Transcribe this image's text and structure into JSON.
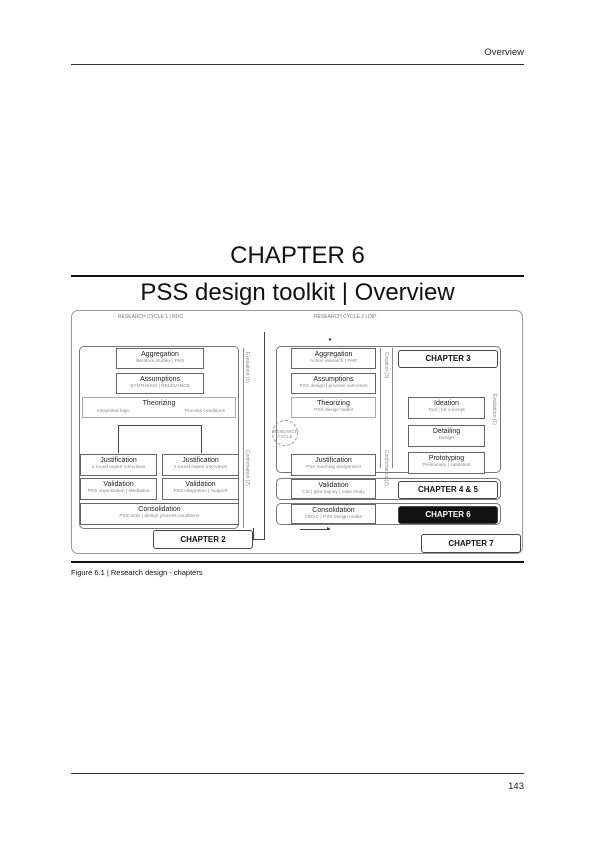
{
  "header": {
    "running_title": "Overview"
  },
  "chapter": {
    "number": "CHAPTER 6",
    "title": "PSS design toolkit | Overview"
  },
  "figure": {
    "cycle1_label": "RESEARCH CYCLE 1 | RDC",
    "cycle2_label": "RESEARCH CYCLE 2 | DIP",
    "left": {
      "aggregation": {
        "title": "Aggregation",
        "sub": "literature studies | PSS"
      },
      "assumptions": {
        "title": "Assumptions",
        "sub": "SYNTHESIS | RELEVANCE"
      },
      "theorizing": {
        "title": "Theorizing",
        "sub_left": "Integrated logic",
        "sub_right": "Process conditions"
      },
      "justification_a": {
        "title": "Justification",
        "sub": "1 round expert interviews"
      },
      "justification_b": {
        "title": "Justification",
        "sub": "2 round expert interviews"
      },
      "validation_a": {
        "title": "Validation",
        "sub": "PSS organization | Mediation"
      },
      "validation_b": {
        "title": "Validation",
        "sub": "PSS integration | Support"
      },
      "consolidation": {
        "title": "Consolidation",
        "sub": "PSS tools | design process conditions"
      },
      "vertical_1": "Evaluation (1)",
      "vertical_2": "Confirmation (2)"
    },
    "right": {
      "aggregation": {
        "title": "Aggregation",
        "sub": "Action research | PAR"
      },
      "assumptions": {
        "title": "Assumptions",
        "sub": "PSS design | process outcomes"
      },
      "theorizing": {
        "title": "Theorizing",
        "sub": "PSS design toolkit"
      },
      "ideation": {
        "title": "Ideation",
        "sub": "Tool | Kit concept"
      },
      "detailing": {
        "title": "Detailing",
        "sub": "Design"
      },
      "justification": {
        "title": "Justification",
        "sub": "PSS teaching assignment"
      },
      "prototyping": {
        "title": "Prototyping",
        "sub": "Preliminary | validation"
      },
      "validation": {
        "title": "Validation",
        "sub": "C3I | pilot inquiry | case study"
      },
      "consolidation": {
        "title": "Consolidation",
        "sub": "ORAC | PSS design toolkit"
      },
      "circle": "RESEARCH CYCLE",
      "vertical_1": "Evaluation (1)",
      "vertical_2": "Confirmation (2)",
      "vertical_3": "Creation (3)"
    },
    "tags": {
      "chapter3": "CHAPTER 3",
      "chapter45": "CHAPTER 4 & 5",
      "chapter6": "CHAPTER 6",
      "chapter2": "CHAPTER 2",
      "chapter7": "CHAPTER 7"
    },
    "caption": "Figure 6.1 | Research design - chapters"
  },
  "footer": {
    "page_number": "143"
  }
}
